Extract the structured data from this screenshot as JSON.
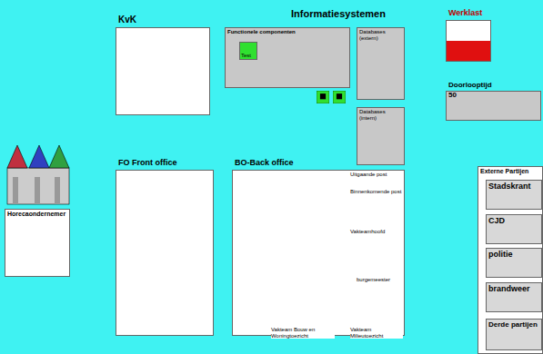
{
  "diagram": {
    "title": "Informatiesystemen",
    "nodes": [
      {
        "text": [
          "KvK"
        ]
      },
      {
        "text": [
          "Functionele componenten"
        ]
      },
      {
        "text": [
          "Test"
        ],
        "in": 1
      },
      {
        "text": [
          "Databases (extern)"
        ]
      },
      {
        "text": [
          "Databases (intern)"
        ]
      },
      {
        "text": [
          "Werklast"
        ]
      },
      {
        "text": [
          "Doorlooptijd",
          "50"
        ]
      },
      {
        "text": [
          "Horecaondernemer"
        ]
      },
      {
        "text": [
          "FO Front office"
        ]
      },
      {
        "text": [
          "BO-Back office"
        ]
      },
      {
        "text": [
          "Externe Partijen"
        ]
      },
      {
        "text": [
          "Stadskrant"
        ],
        "in": 10
      },
      {
        "text": [
          "CJD"
        ],
        "in": 10
      },
      {
        "text": [
          "politie"
        ],
        "in": 10
      },
      {
        "text": [
          "brandweer"
        ],
        "in": 10
      },
      {
        "text": [
          "Derde partijen"
        ],
        "in": 10
      }
    ],
    "labels": [
      "Uitgaande post",
      "Binnenkomende post",
      "Vakteamhoofd",
      "burgemeester",
      "Vakteam Bouw en Woningtoezicht",
      "Vakteam Milieutoezicht"
    ]
  }
}
